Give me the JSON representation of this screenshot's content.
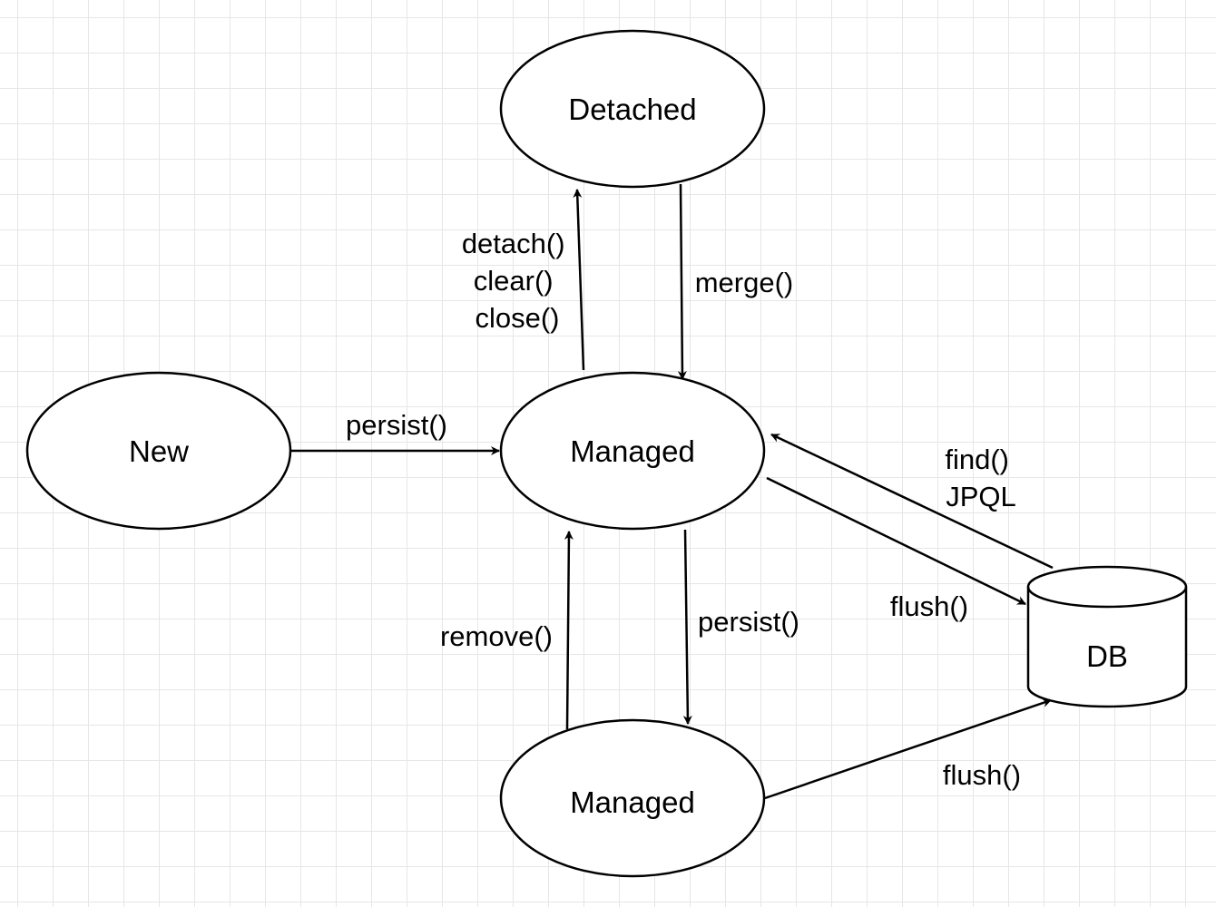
{
  "diagram": {
    "nodes": {
      "detached": "Detached",
      "new": "New",
      "managed_main": "Managed",
      "managed_lower": "Managed",
      "db": "DB"
    },
    "edges": {
      "detach": [
        "detach()",
        "clear()",
        "close()"
      ],
      "merge": "merge()",
      "persist_new": "persist()",
      "find": [
        "find()",
        "JPQL"
      ],
      "flush_main": "flush()",
      "remove": "remove()",
      "persist_lower": "persist()",
      "flush_lower": "flush()"
    }
  }
}
